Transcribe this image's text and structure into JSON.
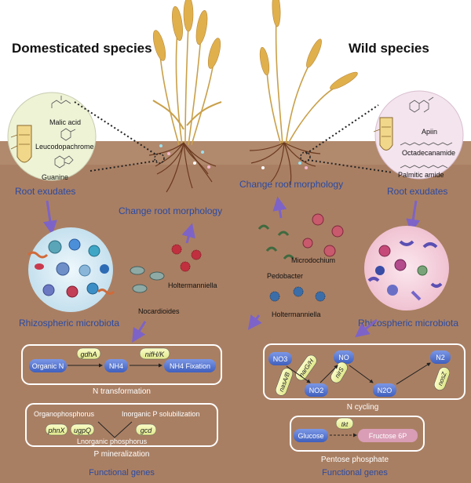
{
  "titles": {
    "left": "Domesticated species",
    "right": "Wild species"
  },
  "left": {
    "exudate_compounds": [
      "Malic acid",
      "Leucodopachrome",
      "Guanine"
    ],
    "root_exudates": "Root exudates",
    "change_root": "Change root morphology",
    "rhizo": "Rhizospheric microbiota",
    "microbes": {
      "holter": "Holtermanniella",
      "nocard": "Nocardioides"
    },
    "n_box": {
      "organic_n": "Organic N",
      "gdha": "gdhA",
      "nh4": "NH4",
      "nifhk": "nifH/K",
      "nh4_fix": "NH4 Fixation",
      "caption": "N transformation"
    },
    "p_box": {
      "organo": "Organophosphorus",
      "inorg_sol": "Inorganic P solubilization",
      "phnx": "phnX",
      "ugpq": "ugpQ",
      "gcd": "gcd",
      "lnorg": "Lnorganic phosphorus",
      "caption": "P mineralization"
    },
    "functional": "Functional genes"
  },
  "right": {
    "exudate_compounds": [
      "Apiin",
      "Octadecanamide",
      "Palmitic amide"
    ],
    "root_exudates": "Root exudates",
    "change_root": "Change root morphology",
    "rhizo": "Rhizospheric microbiota",
    "microbes": {
      "pedobacter": "Pedobacter",
      "microdochium": "Microdochium",
      "holter": "Holtermanniella"
    },
    "n_box": {
      "no3": "NO3",
      "narg": "narG/H",
      "nasab": "nasA/B",
      "no": "NO",
      "nirs": "nirS",
      "no2": "NO2",
      "n2o": "N2O",
      "n2": "N2",
      "nosz": "nosZ",
      "caption": "N cycling"
    },
    "pentose": {
      "glucose": "Glucose",
      "tkt": "tkt",
      "fructose": "Fructose 6P",
      "caption": "Pentose phosphate"
    },
    "functional": "Functional genes"
  },
  "colors": {
    "soil": "#a97f63",
    "label_blue": "#2a4aa3",
    "pill_blue": "#4e6fc9",
    "gene_pill": "#eef2a0",
    "arrow": "#7d63c7"
  }
}
